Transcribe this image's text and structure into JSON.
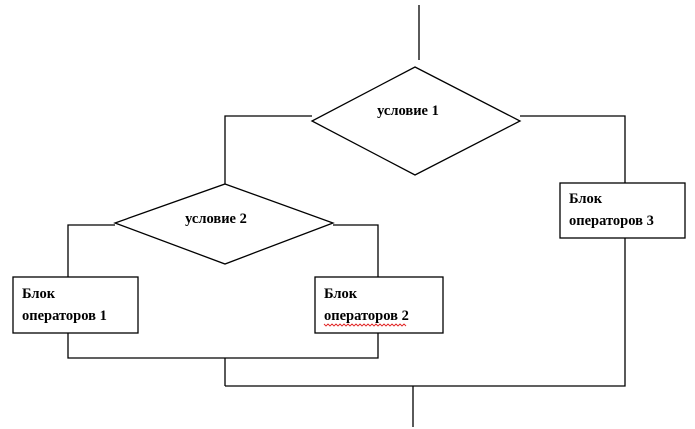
{
  "diagram": {
    "decision_1": {
      "label": "условие 1"
    },
    "decision_2": {
      "label": "условие 2"
    },
    "block_1": {
      "line1": "Блок",
      "line2": "операторов 1"
    },
    "block_2": {
      "line1": "Блок",
      "line2": "операторов 2"
    },
    "block_3": {
      "line1": "Блок",
      "line2": "операторов 3"
    },
    "colors": {
      "stroke": "#000000",
      "background": "#ffffff",
      "spellcheck_underline": "#e02020"
    }
  }
}
